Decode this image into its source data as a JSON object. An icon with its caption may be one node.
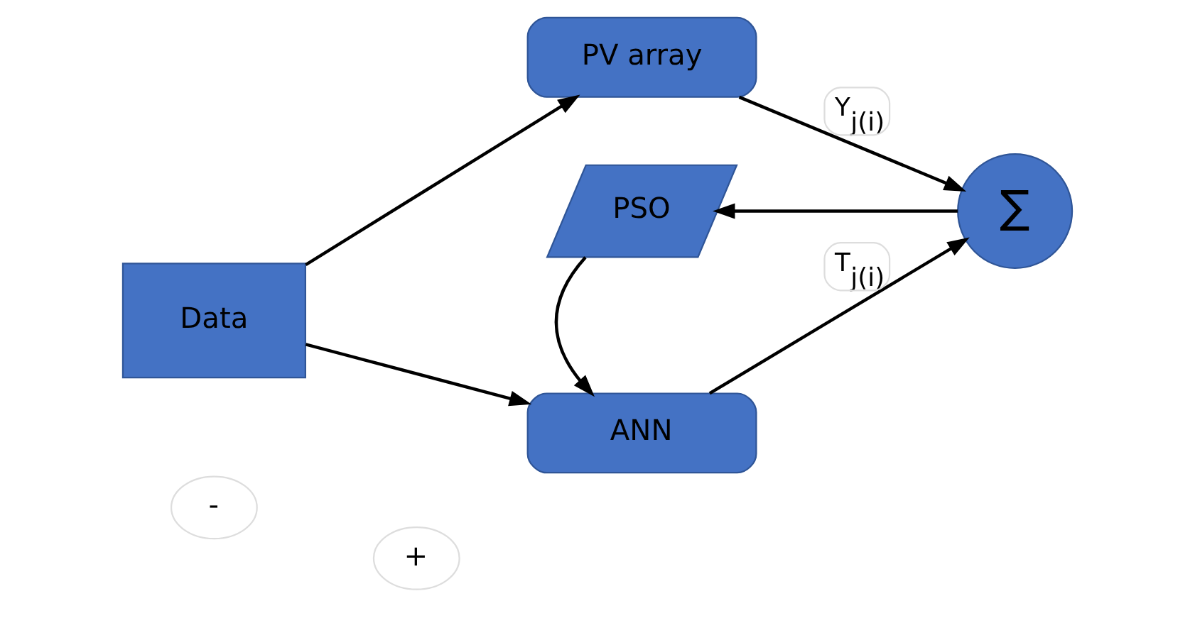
{
  "diagram": {
    "nodes": [
      {
        "text": [
          "Data"
        ]
      },
      {
        "text": [
          "PV array"
        ]
      },
      {
        "text": [
          "ANN"
        ]
      },
      {
        "text": [
          "∑"
        ]
      },
      {
        "text": [
          "PSO"
        ]
      }
    ],
    "edges": [
      {
        "from": 0,
        "to": 1,
        "arrow": "to"
      },
      {
        "from": 0,
        "to": 2,
        "arrow": "to"
      },
      {
        "from": 1,
        "to": 3,
        "arrow": "to",
        "label": "Y$_{j(i)}$"
      },
      {
        "from": 2,
        "to": 3,
        "arrow": "to",
        "label": "T$_{j(i)}$"
      },
      {
        "from": 3,
        "to": 4,
        "arrow": "to"
      },
      {
        "from": 4,
        "to": 2,
        "arrow": "to"
      }
    ],
    "labels": [
      "+",
      "-"
    ]
  }
}
